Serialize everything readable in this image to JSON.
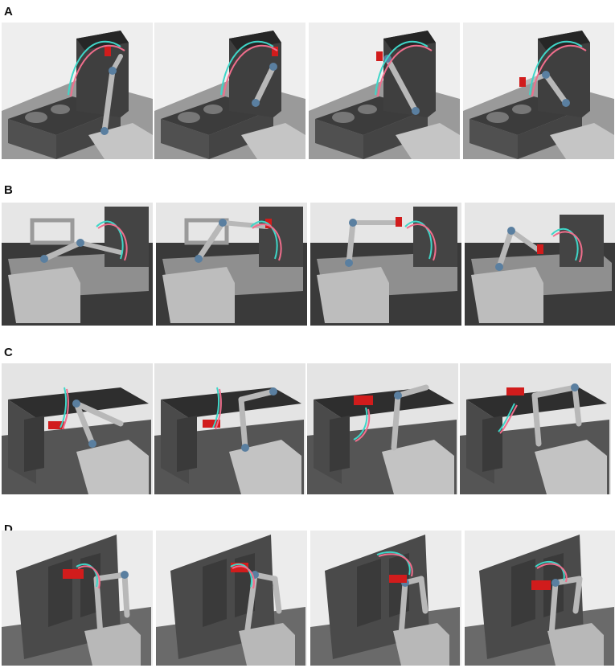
{
  "panels": [
    {
      "label": "A"
    },
    {
      "label": "B"
    },
    {
      "label": "C"
    },
    {
      "label": "D"
    }
  ],
  "colors": {
    "floor_light": "#d9d9d9",
    "floor_dark": "#3a3a3a",
    "cabinet_dark": "#4a4a4a",
    "cabinet_top": "#2b2b2b",
    "box_light": "#bfbfbf",
    "arm_grey": "#b8b8b8",
    "joint_blue": "#5a7fa0",
    "trajectory_cyan": "#3fd6c8",
    "trajectory_pink": "#f06e8c",
    "gripper_red": "#d11c1c"
  }
}
